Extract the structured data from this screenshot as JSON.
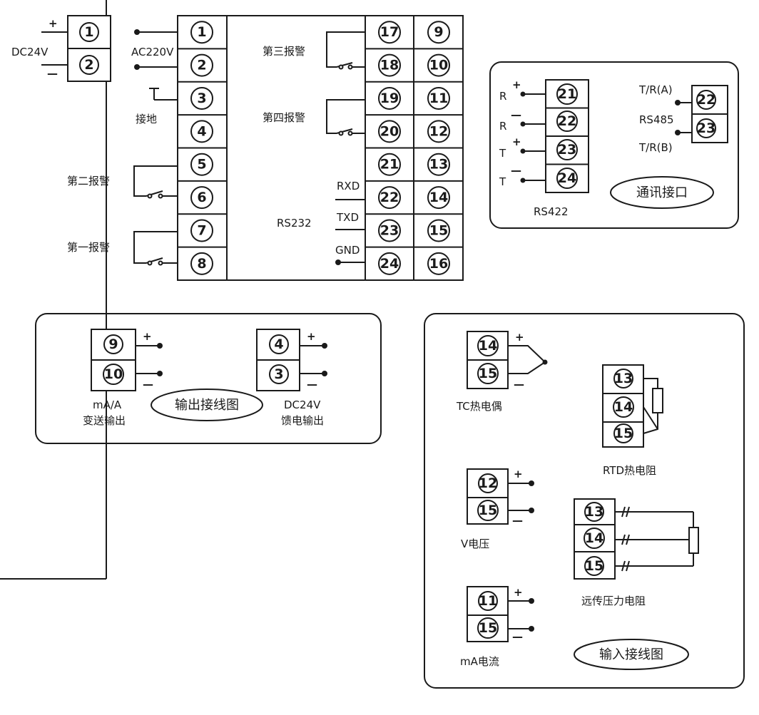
{
  "power_dc": {
    "plus": "+",
    "minus": "—",
    "label": "DC24V",
    "t1": "1",
    "t2": "2"
  },
  "main": {
    "ac_label": "AC220V",
    "ground_label": "接地",
    "alarm2": "第二报警",
    "alarm1": "第一报警",
    "alarm3": "第三报警",
    "alarm4": "第四报警",
    "rs232": "RS232",
    "rxd": "RXD",
    "txd": "TXD",
    "gnd": "GND",
    "left_col": [
      "1",
      "2",
      "3",
      "4",
      "5",
      "6",
      "7",
      "8"
    ],
    "mid_col": [
      "17",
      "18",
      "19",
      "20",
      "21",
      "22",
      "23",
      "24"
    ],
    "right_col": [
      "9",
      "10",
      "11",
      "12",
      "13",
      "14",
      "15",
      "16"
    ]
  },
  "comm": {
    "r_plus": "R",
    "r_minus": "R",
    "t_plus": "T",
    "t_minus": "T",
    "plus": "+",
    "minus": "—",
    "rs422_terms": [
      "21",
      "22",
      "23",
      "24"
    ],
    "rs422": "RS422",
    "tra": "T/R(A)",
    "rs485": "RS485",
    "trb": "T/R(B)",
    "rs485_terms": [
      "22",
      "23"
    ],
    "title": "通讯接口"
  },
  "output": {
    "ma_terms": [
      "9",
      "10"
    ],
    "ma_label1": "mA/A",
    "ma_label2": "变送输出",
    "dc_terms": [
      "4",
      "3"
    ],
    "dc_label1": "DC24V",
    "dc_label2": "馈电输出",
    "plus": "+",
    "minus": "—",
    "title": "输出接线图"
  },
  "input": {
    "tc_terms": [
      "14",
      "15"
    ],
    "tc_label": "TC热电偶",
    "rtd_terms": [
      "13",
      "14",
      "15"
    ],
    "rtd_label": "RTD热电阻",
    "v_terms": [
      "12",
      "15"
    ],
    "v_label": "V电压",
    "rp_terms": [
      "13",
      "14",
      "15"
    ],
    "rp_label": "远传压力电阻",
    "ma_terms": [
      "11",
      "15"
    ],
    "ma_label": "mA电流",
    "plus": "+",
    "minus": "—",
    "title": "输入接线图"
  }
}
